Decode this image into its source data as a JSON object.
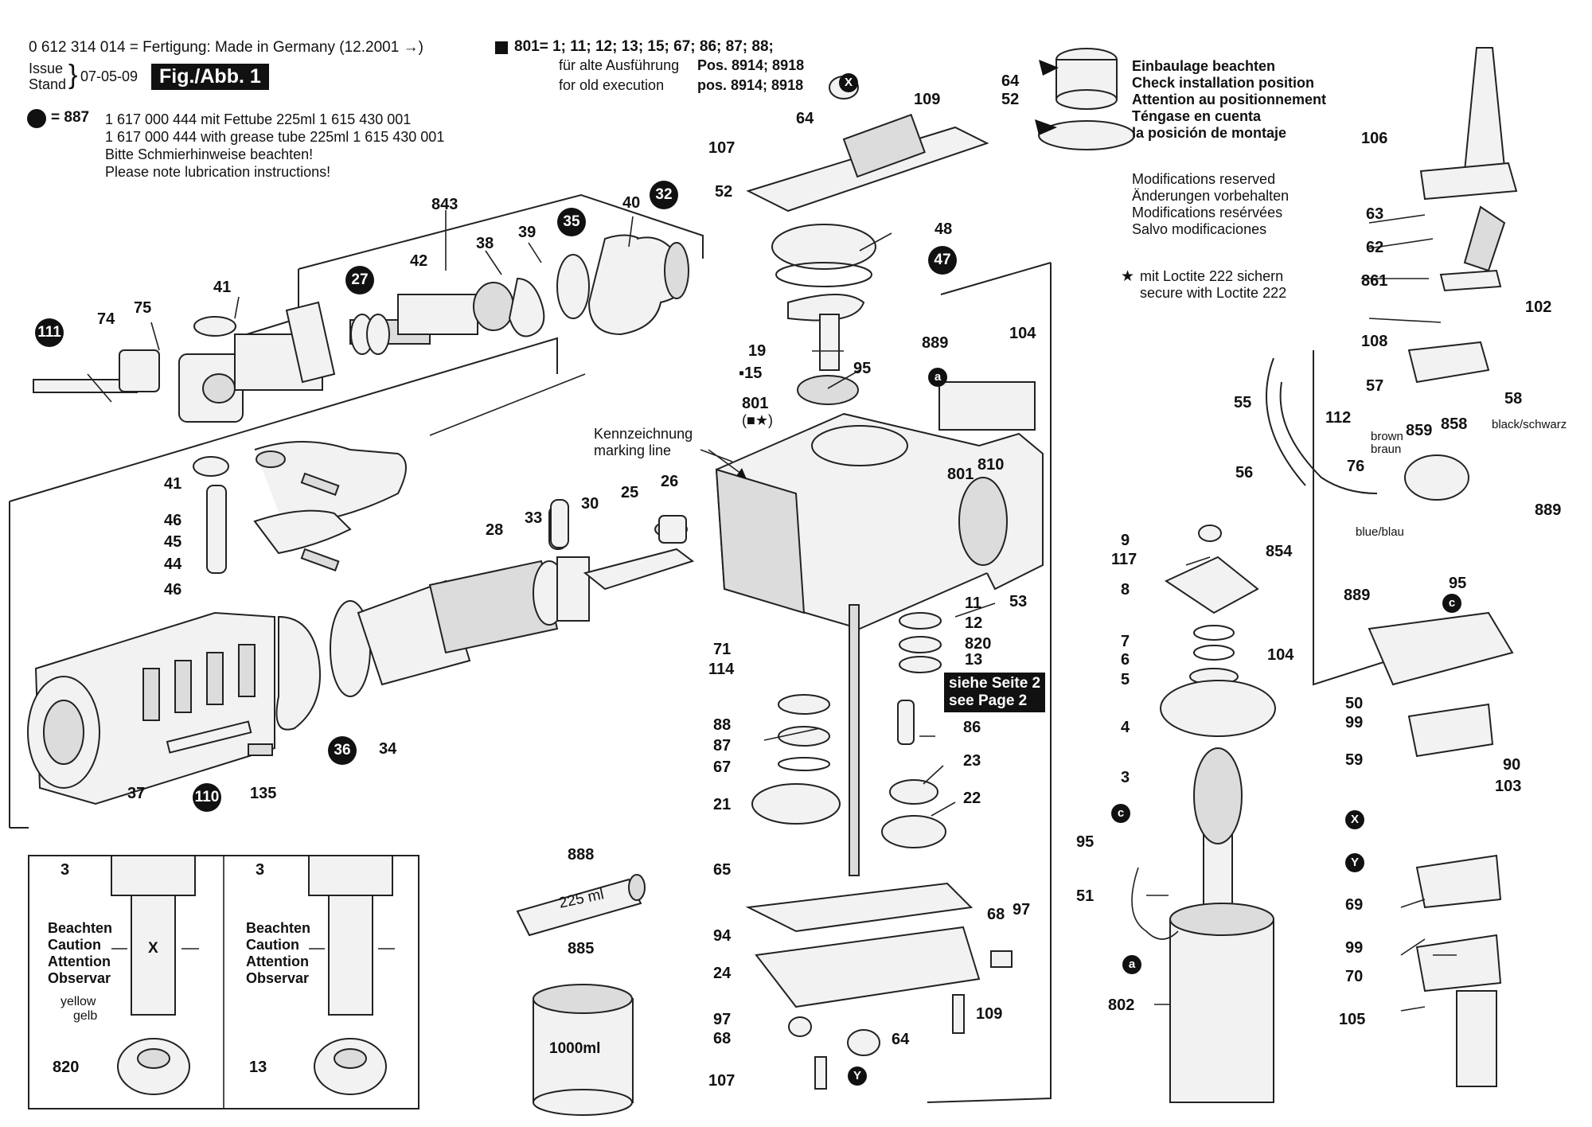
{
  "header": {
    "line1": "0 612 314 014 = Fertigung: Made in Germany (12.2001",
    "line1_arrow": "→)",
    "issue_label1": "Issue",
    "issue_label2": "Stand",
    "issue_date": "07-05-09",
    "fig_label": "Fig./Abb. 1",
    "grease_number": "= 887",
    "grease_line1": "1 617 000 444 mit Fettube 225ml 1 615 430 001",
    "grease_line2": "1 617 000 444 with grease tube 225ml 1 615 430 001",
    "grease_line3": "Bitte Schmierhinweise beachten!",
    "grease_line4": "Please note lubrication instructions!",
    "set_line1": "801= 1; 11; 12; 13; 15; 67; 86; 87; 88;",
    "set_line2_a": "für alte Ausführung",
    "set_line2_b": "Pos. 8914; 8918",
    "set_line3_a": "for old execution",
    "set_line3_b": "pos. 8914; 8918"
  },
  "notes": {
    "install1": "Einbaulage beachten",
    "install2": "Check installation position",
    "install3": "Attention au positionnement",
    "install4": "Téngase en cuenta",
    "install5": "la posición de montaje",
    "mod1": "Modifications reserved",
    "mod2": "Änderungen vorbehalten",
    "mod3": "Modifications resérvées",
    "mod4": "Salvo modificaciones",
    "loctite1": "mit Loctite 222 sichern",
    "loctite2": "secure with Loctite 222",
    "marking1": "Kennzeichnung",
    "marking2": "marking line",
    "see_page1": "siehe Seite 2",
    "see_page2": "see Page 2",
    "brown1": "brown",
    "brown2": "braun",
    "blackschwarz": "black/schwarz",
    "blueblau": "blue/blau",
    "caution": [
      "Beachten",
      "Caution",
      "Attention",
      "Observar"
    ],
    "yellow1": "yellow",
    "yellow2": "gelb",
    "x_mark": "X",
    "tube_label": "225 ml",
    "can_label": "1000ml",
    "bracket_801": "(■★)"
  },
  "discs": {
    "d111": "111",
    "d27": "27",
    "d35": "35",
    "d32": "32",
    "d36": "36",
    "d110": "110",
    "d47": "47",
    "dX": "X",
    "dY": "Y",
    "da": "a",
    "dc": "c"
  },
  "labels": {
    "l843": "843",
    "l42": "42",
    "l38": "38",
    "l39": "39",
    "l40": "40",
    "l41a": "41",
    "l74": "74",
    "l75": "75",
    "l41b": "41",
    "l46a": "46",
    "l45": "45",
    "l44": "44",
    "l46b": "46",
    "l28": "28",
    "l33": "33",
    "l30": "30",
    "l25": "25",
    "l26": "26",
    "l37": "37",
    "l135": "135",
    "l34": "34",
    "l64a": "64",
    "l107a": "107",
    "l52a": "52",
    "l109a": "109",
    "l48": "48",
    "l19": "19",
    "l15": "15",
    "l889a": "889",
    "l95a": "95",
    "l104a": "104",
    "l801a": "801",
    "l801b": "801",
    "l810": "810",
    "l11": "11",
    "l12": "12",
    "l820a": "820",
    "l13a": "13",
    "l53": "53",
    "l71": "71",
    "l114": "114",
    "l88": "88",
    "l87": "87",
    "l67": "67",
    "l21": "21",
    "l86": "86",
    "l23": "23",
    "l22": "22",
    "l65": "65",
    "l94": "94",
    "l24": "24",
    "l68a": "68",
    "l97a": "97",
    "l97b": "97",
    "l68b": "68",
    "l109b": "109",
    "l64b": "64",
    "l107b": "107",
    "l888": "888",
    "l885": "885",
    "l3a": "3",
    "l3b": "3",
    "l820b": "820",
    "l13b": "13",
    "l64c": "64",
    "l52b": "52",
    "l9": "9",
    "l117": "117",
    "l8": "8",
    "l7": "7",
    "l6": "6",
    "l5": "5",
    "l104b": "104",
    "l4": "4",
    "l3c": "3",
    "l95b": "95",
    "l51": "51",
    "l802": "802",
    "l106": "106",
    "l63": "63",
    "l62": "62",
    "l861": "861",
    "l102": "102",
    "l108": "108",
    "l57": "57",
    "l55": "55",
    "l58": "58",
    "l112": "112",
    "l859": "859",
    "l858": "858",
    "l76": "76",
    "l56": "56",
    "l889b": "889",
    "l854": "854",
    "l889c": "889",
    "l95c": "95",
    "l50": "50",
    "l99a": "99",
    "l59": "59",
    "l90": "90",
    "l103": "103",
    "l69": "69",
    "l99b": "99",
    "l70": "70",
    "l105": "105"
  }
}
